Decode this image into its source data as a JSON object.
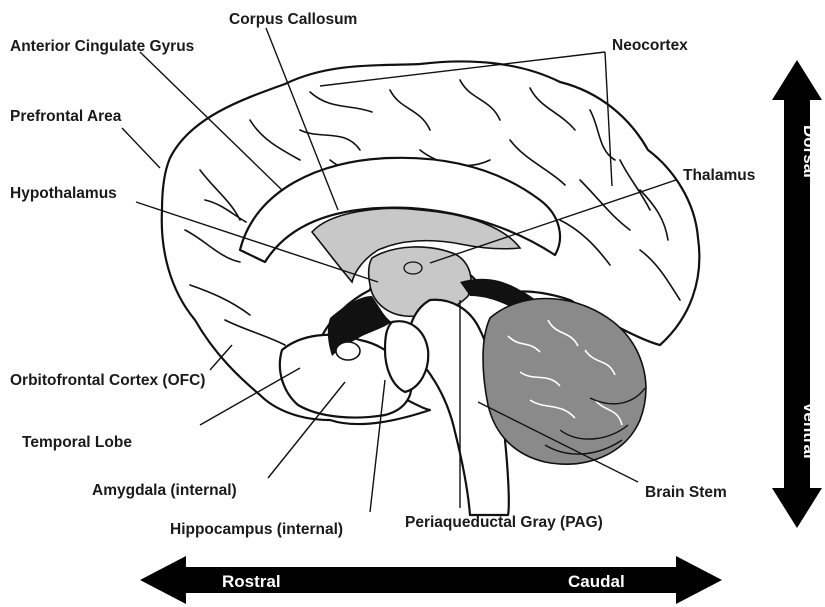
{
  "labels": {
    "corpus_callosum": "Corpus Callosum",
    "anterior_cingulate_gyrus": "Anterior Cingulate Gyrus",
    "neocortex": "Neocortex",
    "prefrontal_area": "Prefrontal Area",
    "hypothalamus": "Hypothalamus",
    "thalamus": "Thalamus",
    "orbitofrontal_cortex": "Orbitofrontal Cortex (OFC)",
    "temporal_lobe": "Temporal Lobe",
    "amygdala": "Amygdala (internal)",
    "hippocampus": "Hippocampus (internal)",
    "periaqueductal_gray": "Periaqueductal Gray (PAG)",
    "brain_stem": "Brain Stem"
  },
  "axes": {
    "rostral": "Rostral",
    "caudal": "Caudal",
    "dorsal": "Dorsal",
    "ventral": "Ventral"
  },
  "colors": {
    "outline": "#111111",
    "fill": "#ffffff",
    "gray_structure": "#c8c8c8",
    "cerebellum": "#8a8a8a",
    "arrow": "#000000"
  }
}
